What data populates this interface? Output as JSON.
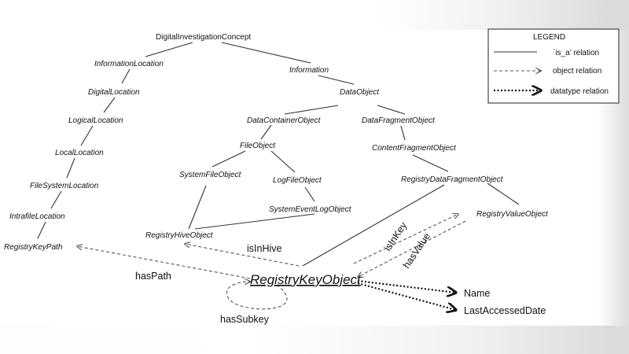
{
  "legend": {
    "title": "LEGEND",
    "isa": "`is_a’ relation",
    "object": "object relation",
    "datatype": "datatype relation"
  },
  "classes": {
    "root": "DigitalInvestigationConcept",
    "information_location": "InformationLocation",
    "digital_location": "DigitalLocation",
    "logical_location": "LogicalLocation",
    "local_location": "LocalLocation",
    "file_system_location": "FileSystemLocation",
    "intrafile_location": "IntrafileLocation",
    "registry_key_path": "RegistryKeyPath",
    "information": "Information",
    "data_object": "DataObject",
    "data_container_object": "DataContainerObject",
    "data_fragment_object": "DataFragmentObject",
    "file_object": "FileObject",
    "system_file_object": "SystemFileObject",
    "log_file_object": "LogFileObject",
    "system_event_log_object": "SystemEventLogObject",
    "registry_hive_object": "RegistryHiveObject",
    "content_fragment_object": "ContentFragmentObject",
    "registry_data_fragment_object": "RegistryDataFragmentObject",
    "registry_value_object": "RegistryValueObject",
    "registry_key_object": "RegistryKeyObject"
  },
  "relations": {
    "has_path": "hasPath",
    "has_subkey": "hasSubkey",
    "is_in_hive": "isInHive",
    "is_in_key": "isInKey",
    "has_value": "hasValue"
  },
  "attributes": {
    "name": "Name",
    "last_accessed_date": "LastAccessedDate"
  },
  "colors": {
    "line": "#333333",
    "text": "#111111"
  }
}
